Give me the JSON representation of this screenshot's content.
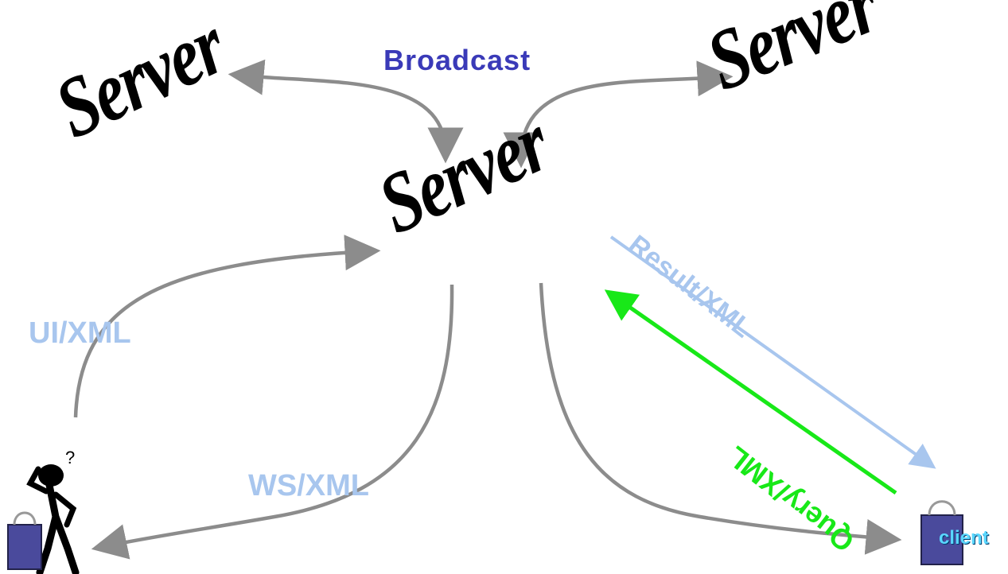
{
  "labels": {
    "broadcast": "Broadcast",
    "ui_xml": "UI/XML",
    "ws_xml": "WS/XML",
    "result_xml": "Result/XML",
    "query_xml": "Query/XML",
    "client": "client"
  },
  "servers": {
    "left": "Server",
    "right": "Server",
    "center": "Server"
  },
  "colors": {
    "arrow": "#8c8c8c",
    "broadcast": "#3a3ab8",
    "xml_label": "#a8c6ee",
    "query": "#18e818",
    "bag": "#4a4a9c"
  },
  "icons": {
    "user": "thinking-person-icon",
    "user_bag": "shopping-bag-icon",
    "client_bag": "shopping-bag-icon"
  }
}
